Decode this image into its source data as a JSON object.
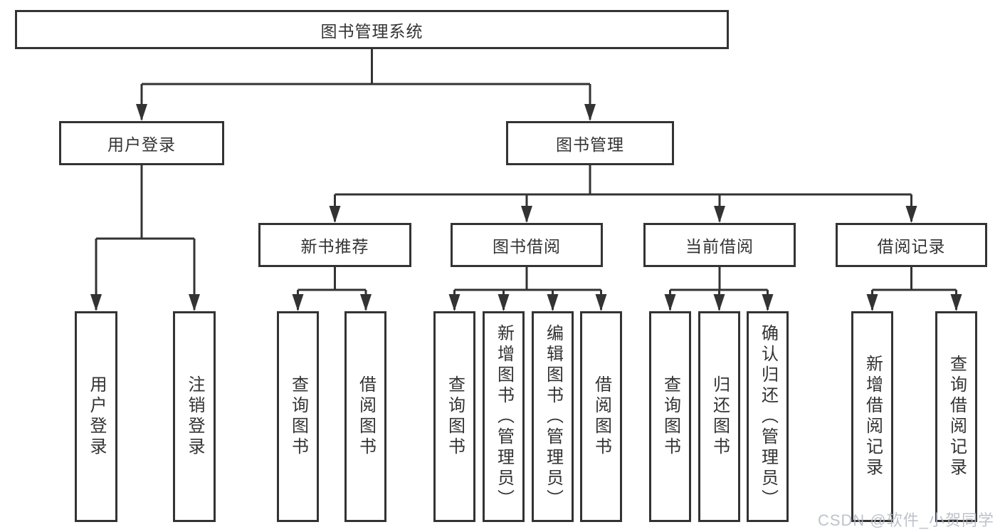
{
  "tree": {
    "label": "图书管理系统",
    "children": [
      {
        "label": "用户登录",
        "children": [
          {
            "label": "用户登录"
          },
          {
            "label": "注销登录"
          }
        ]
      },
      {
        "label": "图书管理",
        "children": [
          {
            "label": "新书推荐",
            "children": [
              {
                "label": "查询图书"
              },
              {
                "label": "借阅图书"
              }
            ]
          },
          {
            "label": "图书借阅",
            "children": [
              {
                "label": "查询图书"
              },
              {
                "label": "新增图书（管理员）"
              },
              {
                "label": "编辑图书（管理员）"
              },
              {
                "label": "借阅图书"
              }
            ]
          },
          {
            "label": "当前借阅",
            "children": [
              {
                "label": "查询图书"
              },
              {
                "label": "归还图书"
              },
              {
                "label": "确认归还（管理员）"
              }
            ]
          },
          {
            "label": "借阅记录",
            "children": [
              {
                "label": "新增借阅记录"
              },
              {
                "label": "查询借阅记录"
              }
            ]
          }
        ]
      }
    ]
  },
  "watermark": {
    "text": "CSDN @软件_小贺同学"
  },
  "colors": {
    "line": "#333333",
    "text": "#333333",
    "background": "#ffffff",
    "watermark": "#b3b8c2"
  }
}
